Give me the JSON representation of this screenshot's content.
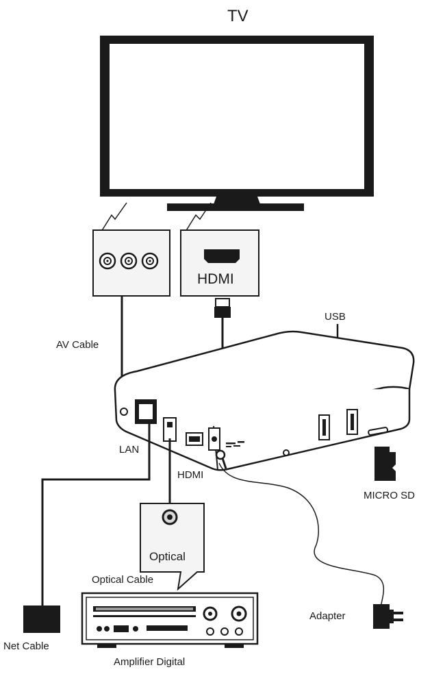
{
  "labels": {
    "tv": "TV",
    "hdmi_port_panel": "HDMI",
    "usb": "USB",
    "av_cable": "AV Cable",
    "lan": "LAN",
    "hdmi_box": "HDMI",
    "micro_sd": "MICRO SD",
    "optical": "Optical",
    "optical_cable": "Optical Cable",
    "adapter": "Adapter",
    "net_cable": "Net Cable",
    "amplifier": "Amplifier Digital"
  },
  "colors": {
    "ink": "#1a1a1a",
    "panel_fill": "#f4f4f4",
    "paper": "#ffffff"
  }
}
